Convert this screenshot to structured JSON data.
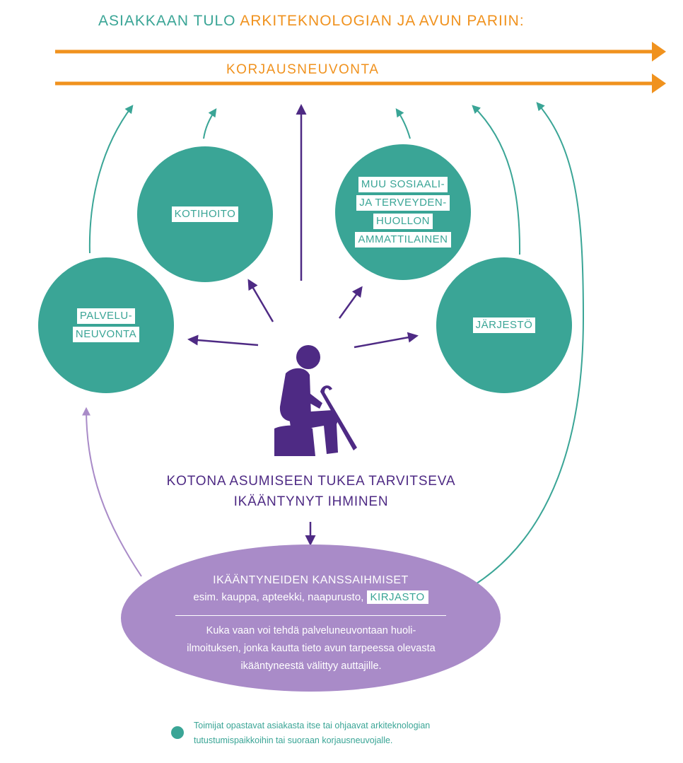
{
  "title": {
    "part1": "ASIAKKAAN TULO",
    "part2": "ARKITEKNOLOGIAN JA AVUN PARIIN:"
  },
  "korjausneuvonta": "KORJAUSNEUVONTA",
  "nodes": {
    "kotihoito": [
      "KOTIHOITO"
    ],
    "muu": [
      "MUU SOSIAALI-",
      "JA TERVEYDEN-",
      "HUOLLON",
      "AMMATTILAINEN"
    ],
    "palvelu": [
      "PALVELU-",
      "NEUVONTA"
    ],
    "jarjesto": [
      "JÄRJESTÖ"
    ]
  },
  "person": {
    "icon": "elderly-person-with-cane-icon",
    "label_line1": "KOTONA ASUMISEEN TUKEA TARVITSEVA",
    "label_line2": "IKÄÄNTYNYT IHMINEN"
  },
  "ellipse": {
    "title": "IKÄÄNTYNEIDEN KANSSAIHMISET",
    "subtitle": "esim. kauppa, apteekki, naapurusto,",
    "tag": "KIRJASTO",
    "body_line1": "Kuka vaan voi tehdä palveluneuvontaan huoli-",
    "body_line2": "ilmoituksen, jonka kautta tieto avun tarpeessa olevasta",
    "body_line3": "ikääntyneestä välittyy auttajille."
  },
  "legend": {
    "text_line1": "Toimijat opastavat asiakasta itse tai ohjaavat arkiteknologian",
    "text_line2": "tutustumispaikkoihin tai suoraan korjausneuvojalle."
  },
  "colors": {
    "teal": "#3aa596",
    "orange": "#f0921e",
    "purple": "#4e2a84",
    "lavender": "#a98bc8"
  }
}
